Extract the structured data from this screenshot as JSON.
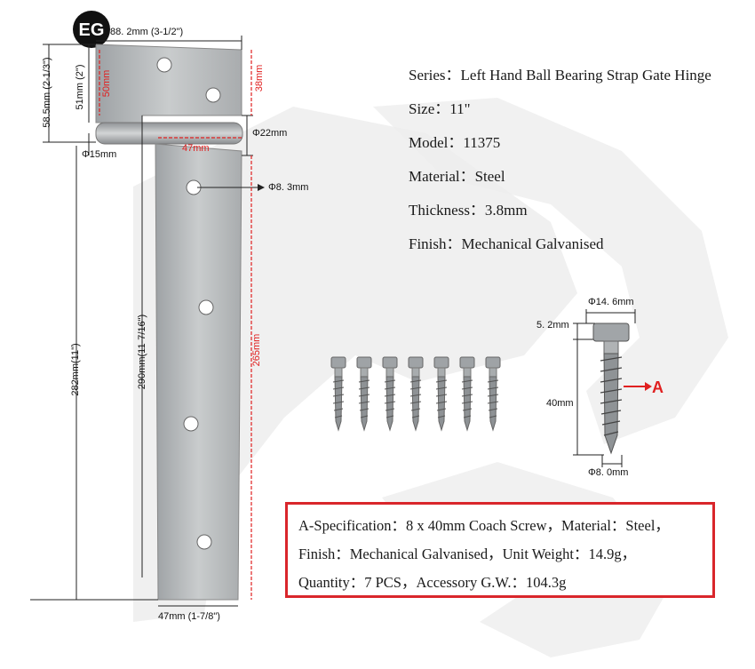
{
  "logo": {
    "text": "EG"
  },
  "specs": {
    "series": "Series：Left Hand Ball Bearing Strap Gate Hinge",
    "size": "Size：11\"",
    "model": "Model：11375",
    "material": "Material：Steel",
    "thickness": "Thickness：3.8mm",
    "finish": "Finish：Mechanical Galvanised"
  },
  "dimensions": {
    "top_width": "88. 2mm (3-1/2\")",
    "left_height_58": "58.5mm (2-1/3\")",
    "left_height_51": "51mm (2\")",
    "red_50": "50mm",
    "red_38": "38mm",
    "red_47": "47mm",
    "dia_22": "Φ22mm",
    "dia_15": "Φ15mm",
    "dia_8_3": "Φ8. 3mm",
    "len_282": "282mm(11\")",
    "len_290": "290mm(11-7/16\")",
    "red_265": "265mm",
    "bottom_width": "47mm (1-7/8\")"
  },
  "screw": {
    "head_dia": "Φ14. 6mm",
    "head_height": "5. 2mm",
    "length": "40mm",
    "shank_dia": "Φ8. 0mm",
    "arrow_label": "A"
  },
  "spec_box": {
    "line1": "A-Specification：8 x 40mm Coach Screw，Material：Steel，",
    "line2": "Finish：Mechanical Galvanised，Unit Weight：14.9g，",
    "line3": "Quantity：7 PCS，Accessory G.W.：104.3g"
  },
  "colors": {
    "accent_red": "#e02020",
    "box_border": "#d9262b",
    "steel": "#b9bcbe",
    "watermark": "#eeeeee"
  }
}
